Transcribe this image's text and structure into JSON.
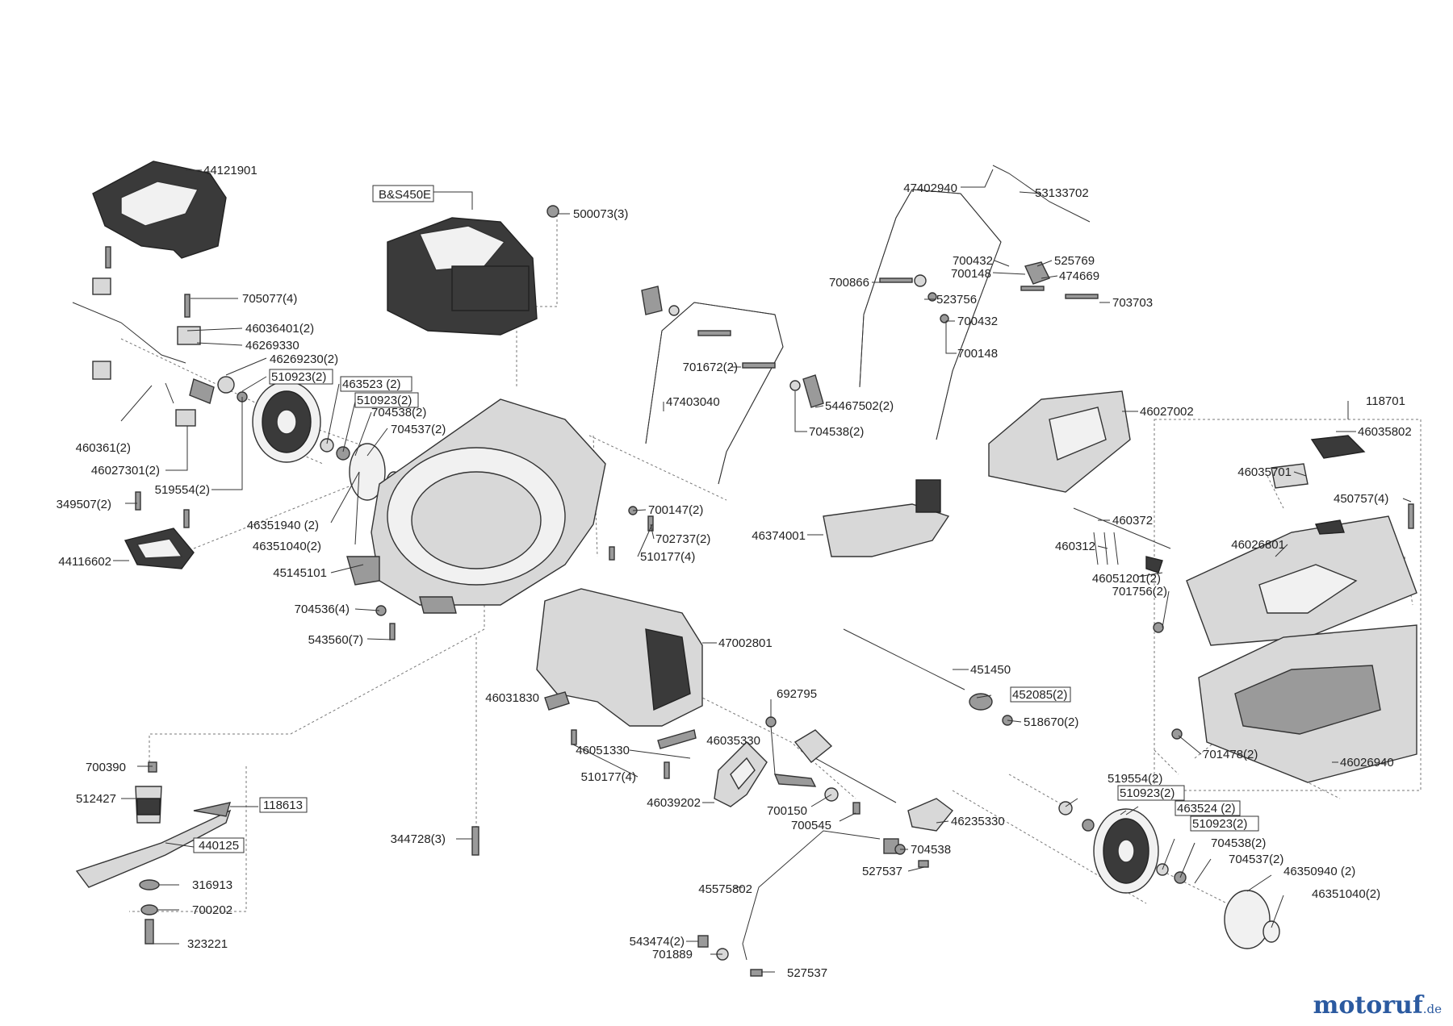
{
  "labels": {
    "l44121901": "44121901",
    "l705077": "705077(4)",
    "l46036401": "46036401(2)",
    "l46269330": "46269330",
    "l46269230": "46269230(2)",
    "l510923a": "510923(2)",
    "l463523": "463523 (2)",
    "l510923b": "510923(2)",
    "l704538a": "704538(2)",
    "l704537a": "704537(2)",
    "l460361": "460361(2)",
    "l46027301": "46027301(2)",
    "l519554a": "519554(2)",
    "l349507": "349507(2)",
    "l44116602": "44116602",
    "l46351940": "46351940 (2)",
    "l46351040a": "46351040(2)",
    "l45145101": "45145101",
    "l704536": "704536(4)",
    "l543560": "543560(7)",
    "lBS450E": "B&S450E",
    "l500073": "500073(3)",
    "l47402940": "47402940",
    "l53133702": "53133702",
    "l700432a": "700432",
    "l525769": "525769",
    "l700148a": "700148",
    "l474669": "474669",
    "l700866": "700866",
    "l523756": "523756",
    "l703703": "703703",
    "l700432b": "700432",
    "l700148b": "700148",
    "l701672": "701672(2)",
    "l47403040": "47403040",
    "l54467502": "54467502(2)",
    "l704538b": "704538(2)",
    "l46027002": "46027002",
    "l118701": "118701",
    "l46035802": "46035802",
    "l46035701": "46035701",
    "l450757": "450757(4)",
    "l46026801": "46026801",
    "l460372": "460372",
    "l460312": "460312",
    "l46051201": "46051201(2)",
    "l46374001": "46374001",
    "l700147": "700147(2)",
    "l702737": "702737(2)",
    "l510177a": "510177(4)",
    "l701756": "701756(2)",
    "l47002801": "47002801",
    "l451450": "451450",
    "l452085": "452085(2)",
    "l518670": "518670(2)",
    "l701478": "701478(2)",
    "l46026940": "46026940",
    "l46031830": "46031830",
    "l692795": "692795",
    "l46035330": "46035330",
    "l46051330": "46051330",
    "l510177b": "510177(4)",
    "l46039202": "46039202",
    "l700150": "700150",
    "l700545": "700545",
    "l46235330": "46235330",
    "l519554b": "519554(2)",
    "l510923c": "510923(2)",
    "l463524": "463524 (2)",
    "l510923d": "510923(2)",
    "l704538c": "704538(2)",
    "l704537b": "704537(2)",
    "l46350940": "46350940 (2)",
    "l46351040b": "46351040(2)",
    "l704538d": "704538",
    "l527537a": "527537",
    "l45575802": "45575802",
    "l543474": "543474(2)",
    "l701889": "701889",
    "l527537b": "527537",
    "l700390": "700390",
    "l512427": "512427",
    "l118613": "118613",
    "l440125": "440125",
    "l316913": "316913",
    "l700202": "700202",
    "l323221": "323221",
    "l344728": "344728(3)"
  },
  "watermark": {
    "brand": "motoruf",
    "tld": ".de"
  },
  "colors": {
    "line": "#333333",
    "part": "#d8d8d8",
    "dark": "#3a3a3a",
    "brand": "#2b5aa0"
  }
}
